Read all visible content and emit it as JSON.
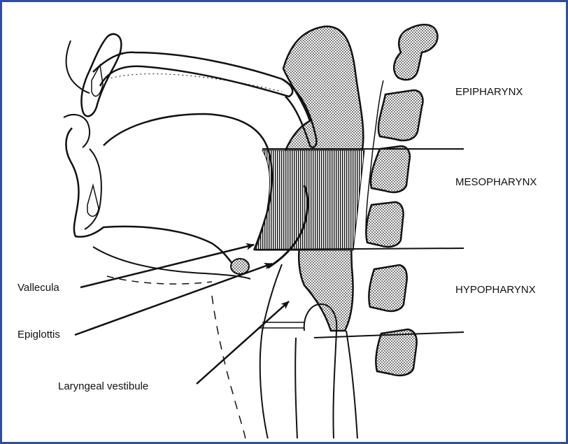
{
  "frame": {
    "border_color": "#2f4f9a",
    "background": "#ffffff"
  },
  "regions": {
    "epipharynx": "EPIPHARYNX",
    "mesopharynx": "MESOPHARYNX",
    "hypopharynx": "HYPOPHARYNX"
  },
  "annotations": {
    "vallecula": "Vallecula",
    "epiglottis": "Epiglottis",
    "laryngeal_vestibule": "Laryngeal vestibule"
  }
}
